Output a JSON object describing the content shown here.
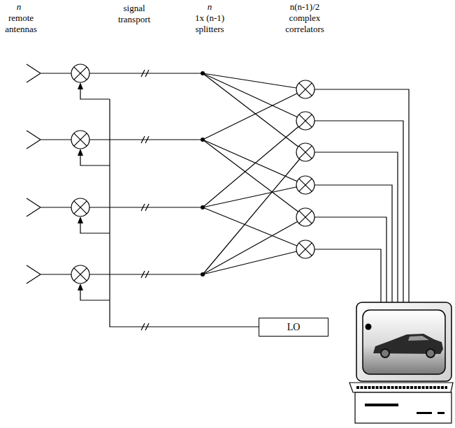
{
  "diagram": {
    "nodes": [
      {
        "text": [
          "LO"
        ]
      }
    ],
    "labels": [
      "n",
      "remote antennas",
      "signal transport",
      "n",
      "1x (n-1) splitters",
      "n(n-1)/2",
      "complex correlators"
    ]
  }
}
